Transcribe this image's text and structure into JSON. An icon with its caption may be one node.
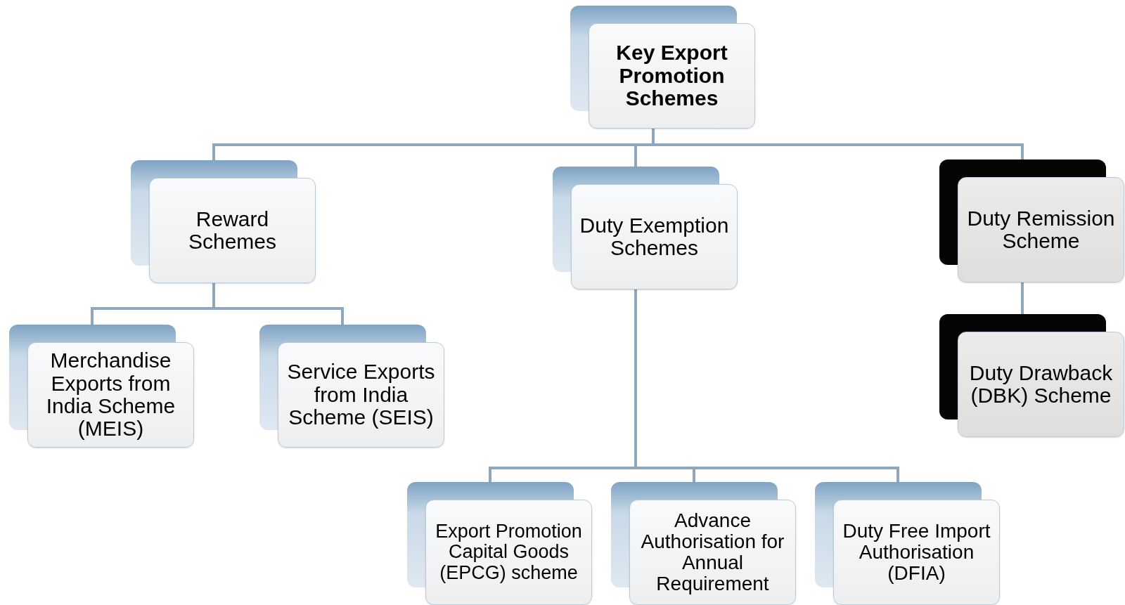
{
  "diagram": {
    "nodes": [
      {
        "text": [
          "Key Export Promotion Schemes"
        ]
      },
      {
        "text": [
          "Reward Schemes"
        ]
      },
      {
        "text": [
          "Duty Exemption Schemes"
        ]
      },
      {
        "text": [
          "Duty Remission Scheme"
        ]
      },
      {
        "text": [
          "Merchandise Exports from India Scheme (MEIS)"
        ]
      },
      {
        "text": [
          "Service Exports from India Scheme (SEIS)"
        ]
      },
      {
        "text": [
          "Duty Drawback (DBK) Scheme"
        ]
      },
      {
        "text": [
          "Export Promotion Capital Goods (EPCG) scheme"
        ]
      },
      {
        "text": [
          "Advance Authorisation for Annual Requirement"
        ]
      },
      {
        "text": [
          "Duty Free Import Authorisation (DFIA)"
        ]
      }
    ],
    "edges": [
      {
        "from": 0,
        "to": 1,
        "arrow": "none"
      },
      {
        "from": 0,
        "to": 2,
        "arrow": "none"
      },
      {
        "from": 0,
        "to": 3,
        "arrow": "none"
      },
      {
        "from": 1,
        "to": 4,
        "arrow": "none"
      },
      {
        "from": 1,
        "to": 5,
        "arrow": "none"
      },
      {
        "from": 3,
        "to": 6,
        "arrow": "none"
      },
      {
        "from": 2,
        "to": 7,
        "arrow": "none"
      },
      {
        "from": 2,
        "to": 8,
        "arrow": "none"
      },
      {
        "from": 2,
        "to": 9,
        "arrow": "none"
      }
    ]
  }
}
